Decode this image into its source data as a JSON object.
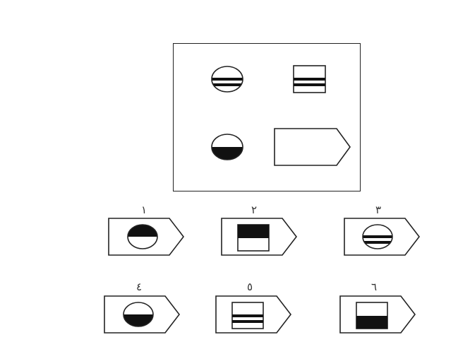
{
  "colors": {
    "stroke": "#222222",
    "fill": "#111111",
    "background": "#ffffff"
  },
  "puzzle": {
    "cells": [
      {
        "shape": "ellipse",
        "pattern": "double-bar"
      },
      {
        "shape": "rectangle",
        "pattern": "double-bar"
      },
      {
        "shape": "ellipse",
        "pattern": "bottom-half-black"
      },
      {
        "shape": "pentagon-arrow",
        "pattern": "empty",
        "role": "missing"
      }
    ]
  },
  "options": [
    {
      "number": "١",
      "inner_shape": "ellipse",
      "pattern": "top-half-black"
    },
    {
      "number": "٢",
      "inner_shape": "rectangle",
      "pattern": "top-half-black"
    },
    {
      "number": "٣",
      "inner_shape": "ellipse",
      "pattern": "double-bar"
    },
    {
      "number": "٤",
      "inner_shape": "ellipse",
      "pattern": "bottom-half-black"
    },
    {
      "number": "٥",
      "inner_shape": "rectangle",
      "pattern": "double-bar"
    },
    {
      "number": "٦",
      "inner_shape": "rectangle",
      "pattern": "bottom-half-black"
    }
  ]
}
